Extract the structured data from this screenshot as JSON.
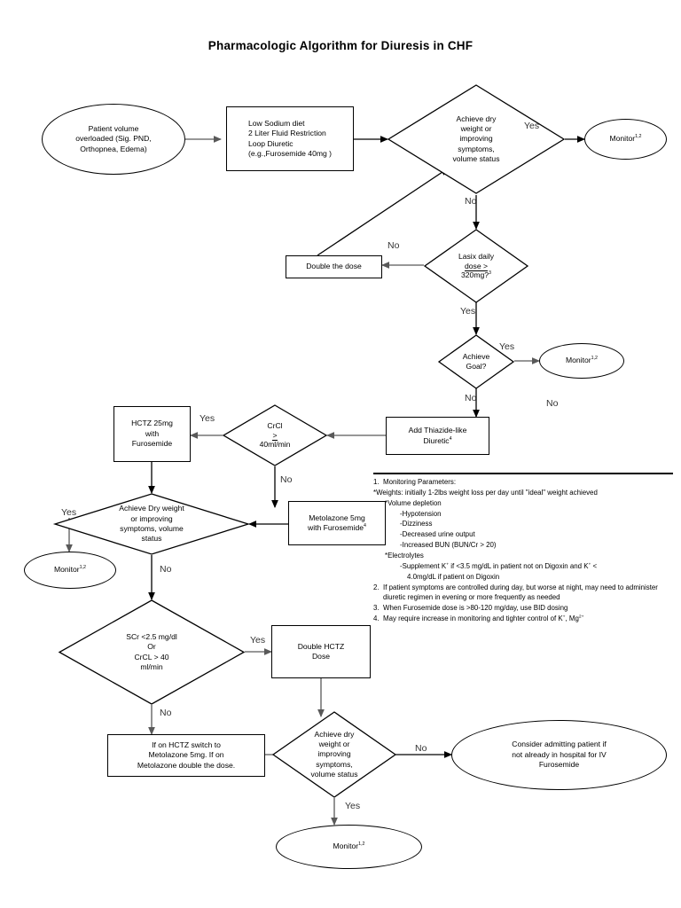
{
  "title": "Pharmacologic Algorithm for Diuresis in CHF",
  "nodes": {
    "start": "Patient volume\noverloaded (Sig. PND,\nOrthopnea, Edema)",
    "initial_therapy": "Low Sodium diet\n2 Liter Fluid Restriction\nLoop Diuretic\n(e.g.,Furosemide 40mg )",
    "d1": "Achieve dry\nweight or\nimproving\nsymptoms,\nvolume status",
    "monitor1": "Monitor",
    "monitor1_sup": "1,2",
    "d2_l1": "Lasix  daily",
    "d2_l2": "dose >",
    "d2_l3": "320mg?",
    "d2_sup": "3",
    "double_dose": "Double the dose",
    "d3": "Achieve\nGoal?",
    "monitor2": "Monitor",
    "monitor2_sup": "1,2",
    "add_thiazide": "Add Thiazide-like\nDiuretic",
    "add_thiazide_sup": "4",
    "d4_l1": "CrCl",
    "d4_l2": ">",
    "d4_l3": "40ml/min",
    "hctz": "HCTZ 25mg\nwith\nFurosemide",
    "metolazone": "Metolazone 5mg\nwith Furosemide",
    "metolazone_sup": "4",
    "d5": "Achieve Dry weight\nor improving\nsymptoms,  volume\nstatus",
    "monitor3": "Monitor",
    "monitor3_sup": "1,2",
    "d6_l1": "SCr <2.5 mg/dl",
    "d6_l2": "Or",
    "d6_l3": "CrCL > 40",
    "d6_l4": "ml/min",
    "double_hctz": "Double HCTZ\nDose",
    "switch_box": "If on HCTZ switch to\nMetolazone 5mg.  If on\nMetolazone double the dose.",
    "d7": "Achieve dry\nweight or\nimproving\nsymptoms,\nvolume status",
    "consider_admit": "Consider admitting patient if\nnot already in hospital for IV\nFurosemide",
    "monitor4": "Monitor",
    "monitor4_sup": "1,2"
  },
  "edge_labels": {
    "yes1": "Yes",
    "no1": "No",
    "no2": "No",
    "yes2": "Yes",
    "yes3": "Yes",
    "no3": "No",
    "no4": "No",
    "yes4": "Yes",
    "no5": "No",
    "yes5": "Yes",
    "no6": "No",
    "yes6": "Yes",
    "no7": "No",
    "no8": "No",
    "yes7": "Yes"
  },
  "footnotes": {
    "n1": {
      "num": "1.",
      "text": "Monitoring Parameters:"
    },
    "n1a": "*Weights: initially 1-2lbs weight loss per day until \"ideal\" weight achieved",
    "n1b": "*Volume depletion",
    "n1b1": "-Hypotension",
    "n1b2": "-Dizziness",
    "n1b3": "-Decreased urine output",
    "n1b4": "-Increased BUN (BUN/Cr > 20)",
    "n1c": "*Electrolytes",
    "n1c1_a": "-Supplement K",
    "n1c1_sup1": "+",
    "n1c1_b": " if <3.5 mg/dL in patient not on Digoxin and K",
    "n1c1_sup2": "+",
    "n1c1_c": " <",
    "n1c2": "4.0mg/dL if patient on Digoxin",
    "n2": {
      "num": "2.",
      "text": "If patient symptoms are controlled during day, but worse at night, may need to administer diuretic regimen in evening or more frequently as needed"
    },
    "n3": {
      "num": "3.",
      "text": "When Furosemide dose is >80-120 mg/day, use BID dosing"
    },
    "n4": {
      "num": "4.",
      "pre": "May require increase in monitoring and tighter control of K",
      "sup1": "+",
      "mid": ", Mg",
      "sup2": "2+"
    }
  },
  "colors": {
    "stroke": "#000000",
    "arrow_gray": "#595959",
    "background": "#ffffff"
  }
}
